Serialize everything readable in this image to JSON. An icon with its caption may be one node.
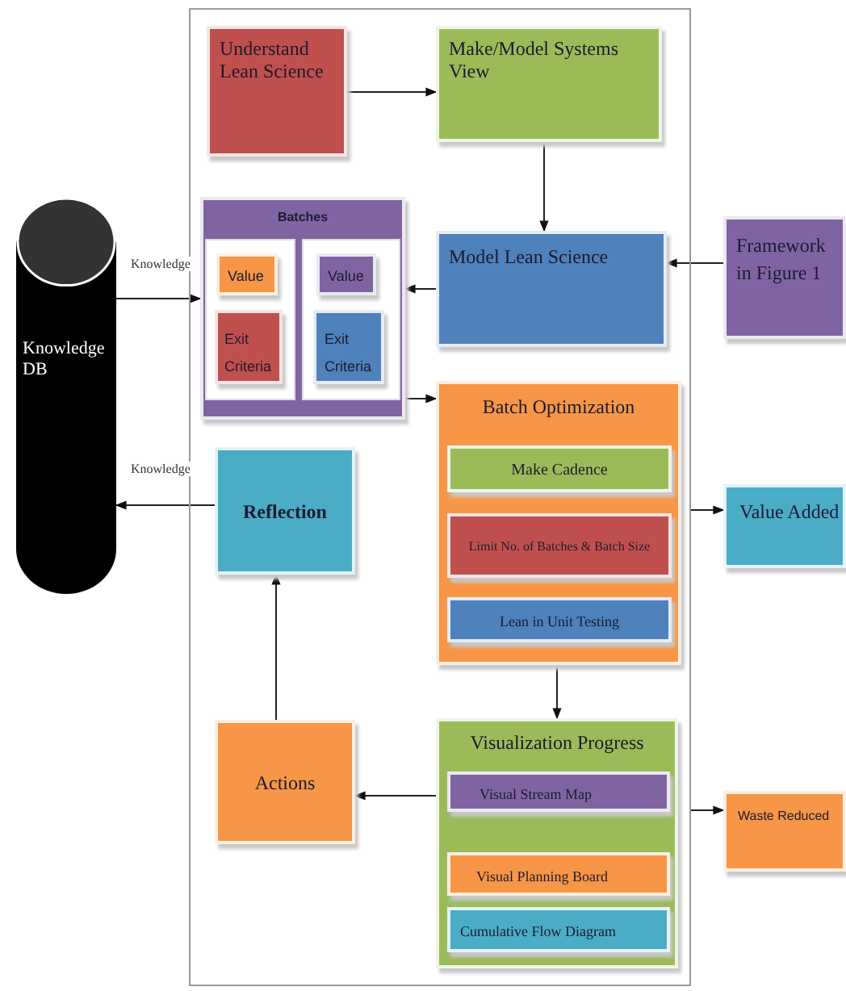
{
  "diagram": {
    "nodes": [
      {
        "text": [
          "Knowledge DB"
        ]
      },
      {
        "text": [],
        "shape": "box"
      },
      {
        "text": [
          "Understand Lean Science"
        ],
        "in": 1
      },
      {
        "text": [
          "Make/Model Systems View"
        ],
        "in": 1
      },
      {
        "text": [
          "Batches"
        ],
        "in": 1
      },
      {
        "text": [],
        "shape": "box",
        "in": 4
      },
      {
        "text": [
          "Value"
        ],
        "in": 5
      },
      {
        "text": [
          "Exit Criteria"
        ],
        "in": 5
      },
      {
        "text": [],
        "shape": "box",
        "in": 4
      },
      {
        "text": [
          "Value"
        ],
        "in": 8
      },
      {
        "text": [
          "Exit Criteria"
        ],
        "in": 8
      },
      {
        "text": [
          "Model Lean Science"
        ],
        "in": 1
      },
      {
        "text": [
          "Framework in Figure 1"
        ]
      },
      {
        "text": [
          "Batch Optimization"
        ],
        "in": 1
      },
      {
        "text": [
          "Make Cadence"
        ],
        "in": 13
      },
      {
        "text": [
          "Limit No. of Batches & Batch Size"
        ],
        "in": 13
      },
      {
        "text": [
          "Lean in Unit Testing"
        ],
        "in": 13
      },
      {
        "text": [
          "Value Added"
        ]
      },
      {
        "text": [
          "Reflection"
        ],
        "in": 1
      },
      {
        "text": [
          "Actions"
        ],
        "in": 1
      },
      {
        "text": [
          "Visualization Progress"
        ],
        "in": 1
      },
      {
        "text": [
          "Visual Stream Map"
        ],
        "in": 20
      },
      {
        "text": [
          "Visual Planning Board"
        ],
        "in": 20
      },
      {
        "text": [
          "Cumulative Flow Diagram"
        ],
        "in": 20
      },
      {
        "text": [
          "Waste Reduced"
        ]
      }
    ],
    "edges": [
      {
        "from": 2,
        "to": 3,
        "arrow": "to"
      },
      {
        "from": 3,
        "to": 11,
        "arrow": "to"
      },
      {
        "from": 12,
        "to": 11,
        "arrow": "to"
      },
      {
        "from": 11,
        "to": 4,
        "arrow": "to"
      },
      {
        "from": 0,
        "to": 4,
        "arrow": "to",
        "label": "Knowledge"
      },
      {
        "from": 4,
        "to": 13,
        "arrow": "to"
      },
      {
        "from": 18,
        "to": 0,
        "arrow": "to",
        "label": "Knowledge"
      },
      {
        "from": 13,
        "to": 20,
        "arrow": "to"
      },
      {
        "from": 20,
        "to": 19,
        "arrow": "to"
      },
      {
        "from": 19,
        "to": 18,
        "arrow": "to"
      },
      {
        "from": 1,
        "to": 17,
        "arrow": "to"
      },
      {
        "from": 1,
        "to": 24,
        "arrow": "to"
      }
    ]
  }
}
